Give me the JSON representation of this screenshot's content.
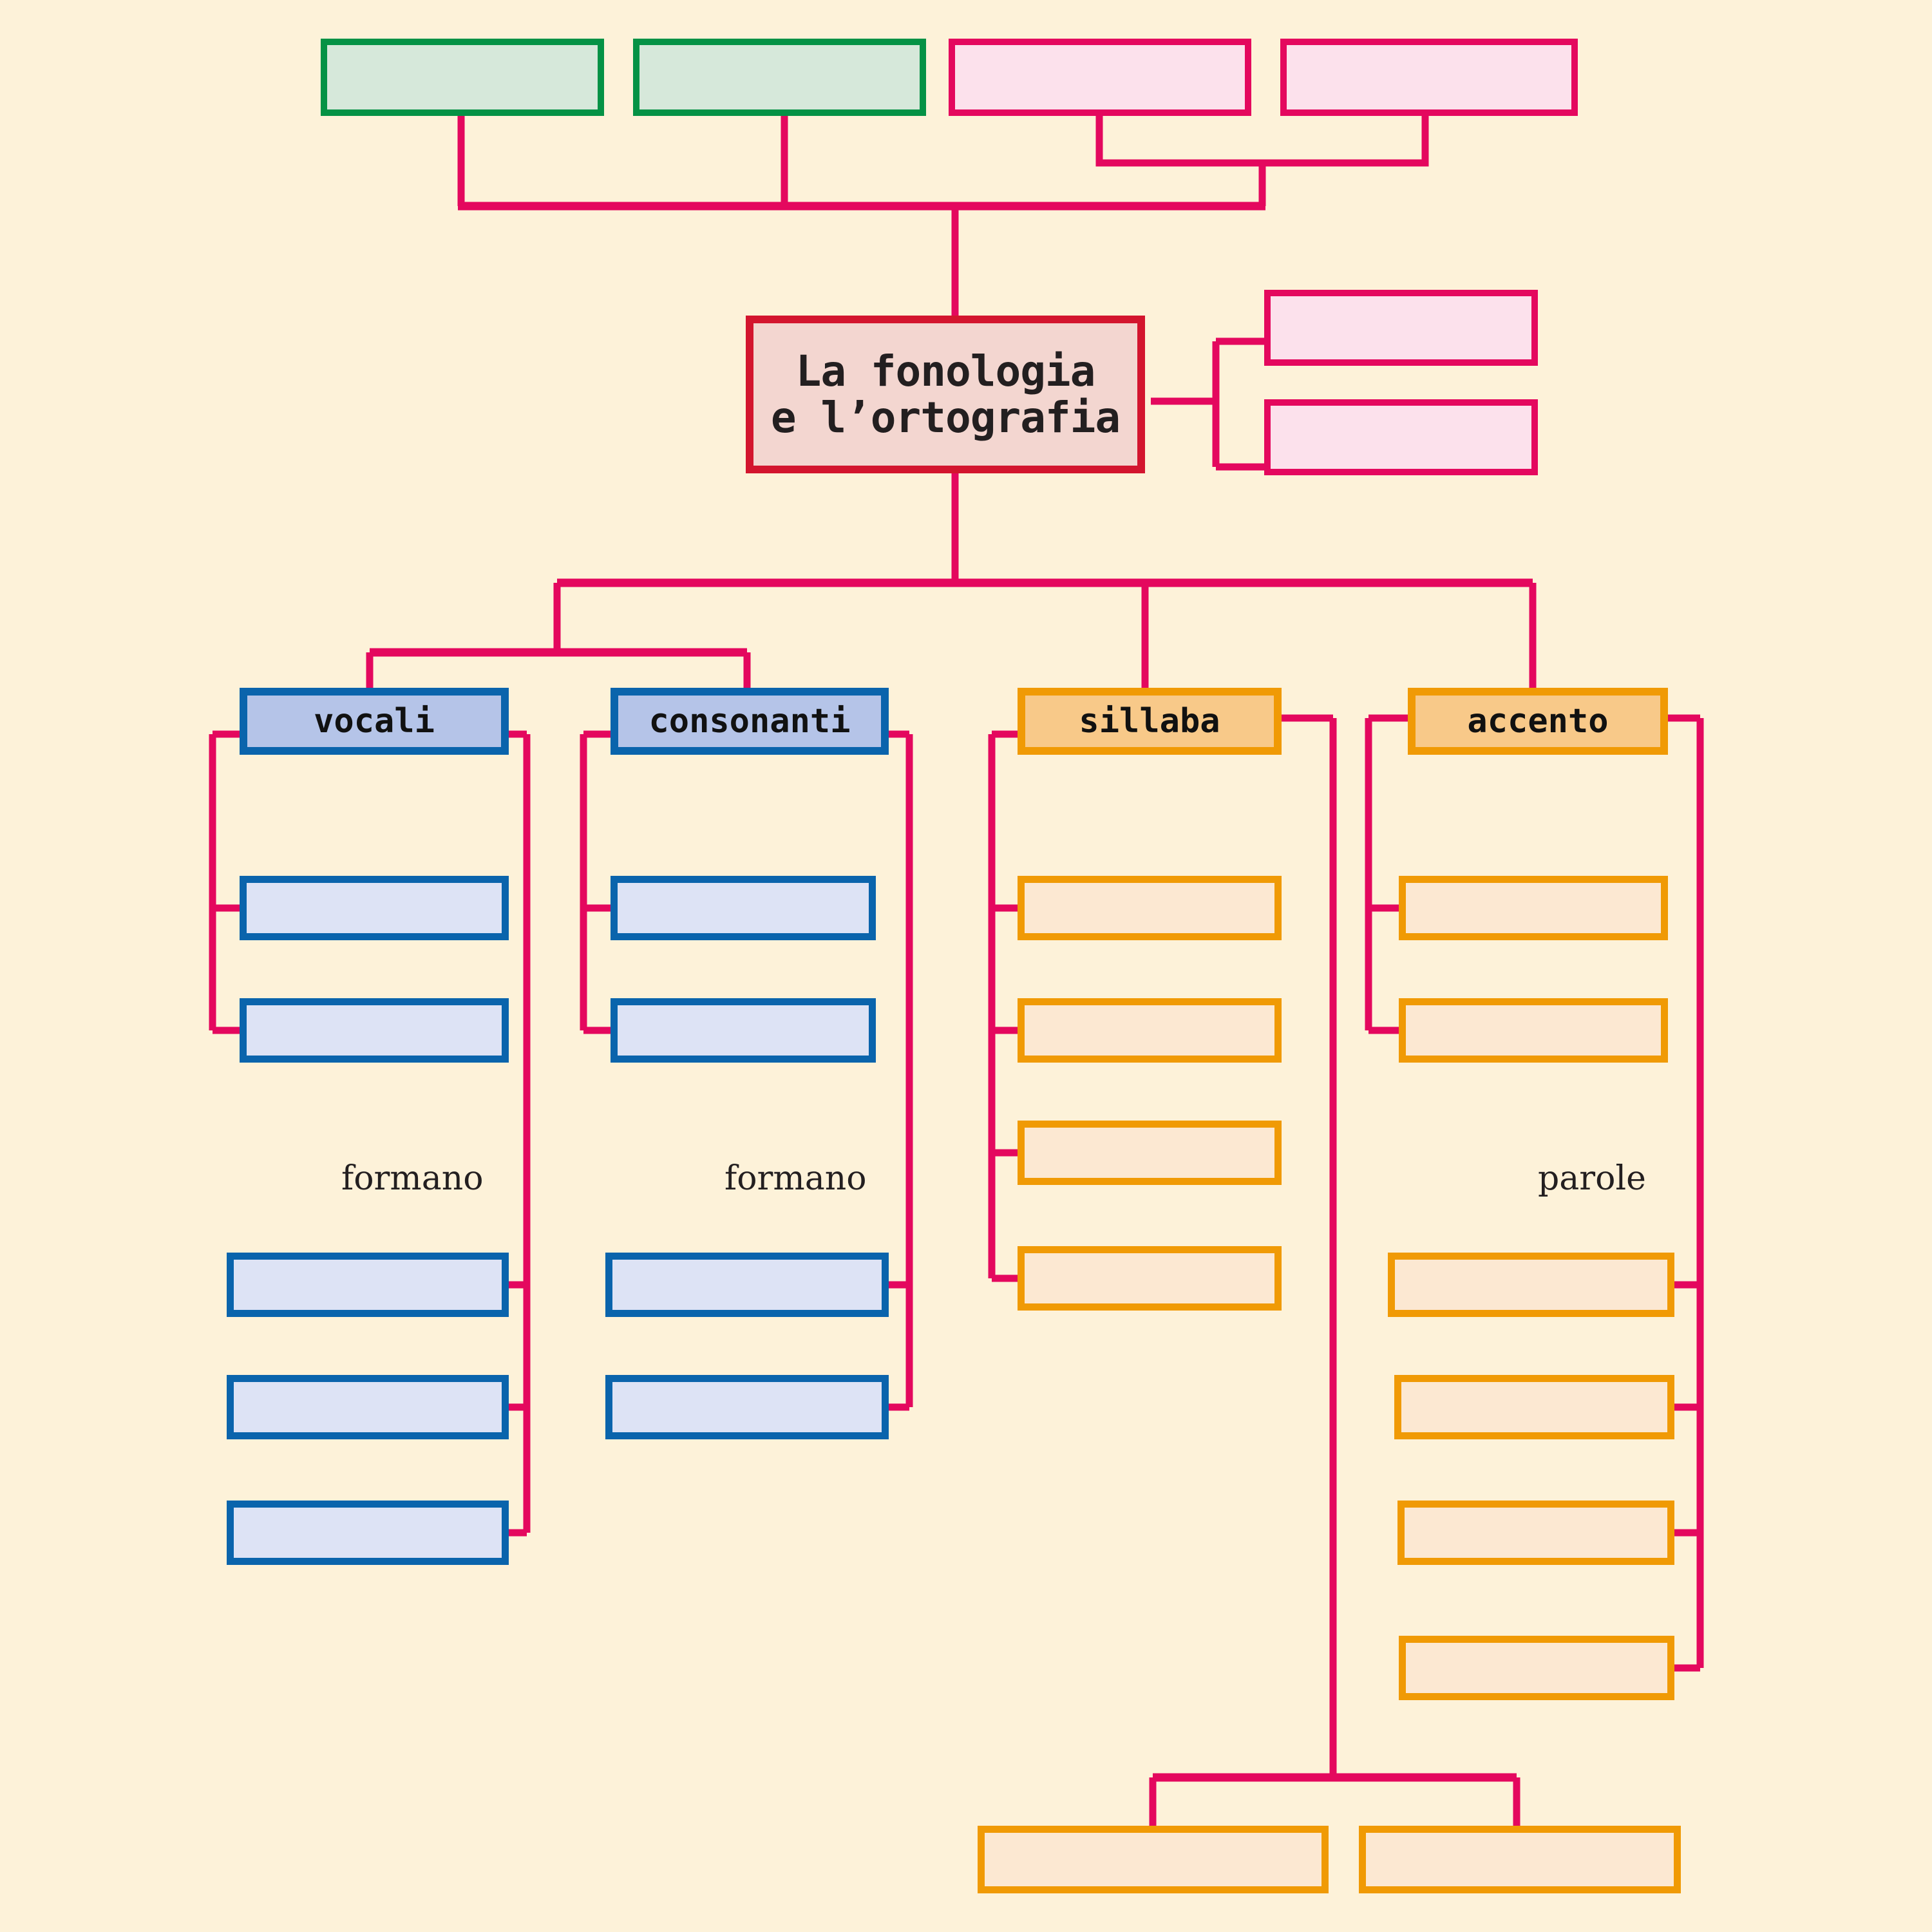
{
  "diagram": {
    "title": "La fonologia e l'ortografia",
    "title_line1": "La fonologia",
    "title_line2": "e l’ortografia",
    "background_color": "#fdf2d9",
    "connector_color": "#e4085e",
    "palette": {
      "green_border": "#059245",
      "green_fill": "#d6e8da",
      "pink_border": "#e4085e",
      "pink_fill": "#fce1ec",
      "title_border": "#d3152e",
      "title_fill": "#f3d6d0",
      "blue_border": "#0a64ac",
      "blue_header_fill": "#b5c4e8",
      "blue_blank_fill": "#dde3f5",
      "orange_border": "#f09a05",
      "orange_header_fill": "#f8c989",
      "orange_blank_fill": "#fce8d2"
    }
  },
  "top_row": {
    "boxes": [
      {
        "id": "top-green-1",
        "color": "green",
        "text": ""
      },
      {
        "id": "top-green-2",
        "color": "green",
        "text": ""
      },
      {
        "id": "top-pink-1",
        "color": "pink",
        "text": ""
      },
      {
        "id": "top-pink-2",
        "color": "pink",
        "text": ""
      }
    ]
  },
  "side_boxes": {
    "boxes": [
      {
        "id": "side-pink-1",
        "color": "pink",
        "text": ""
      },
      {
        "id": "side-pink-2",
        "color": "pink",
        "text": ""
      }
    ]
  },
  "branches": [
    {
      "id": "vocali",
      "label": "vocali",
      "color": "blue",
      "children": [
        {
          "text": ""
        },
        {
          "text": ""
        }
      ],
      "connector_label": "formano",
      "group": [
        {
          "text": ""
        },
        {
          "text": ""
        },
        {
          "text": ""
        }
      ]
    },
    {
      "id": "consonanti",
      "label": "consonanti",
      "color": "blue",
      "children": [
        {
          "text": ""
        },
        {
          "text": ""
        }
      ],
      "connector_label": "formano",
      "group": [
        {
          "text": ""
        },
        {
          "text": ""
        }
      ]
    },
    {
      "id": "sillaba",
      "label": "sillaba",
      "color": "orange",
      "children": [
        {
          "text": ""
        },
        {
          "text": ""
        },
        {
          "text": ""
        },
        {
          "text": ""
        }
      ],
      "connector_label": "",
      "group": [
        {
          "text": ""
        },
        {
          "text": ""
        }
      ]
    },
    {
      "id": "accento",
      "label": "accento",
      "color": "orange",
      "children": [
        {
          "text": ""
        },
        {
          "text": ""
        }
      ],
      "connector_label": "parole",
      "group": [
        {
          "text": ""
        },
        {
          "text": ""
        },
        {
          "text": ""
        },
        {
          "text": ""
        }
      ]
    }
  ]
}
